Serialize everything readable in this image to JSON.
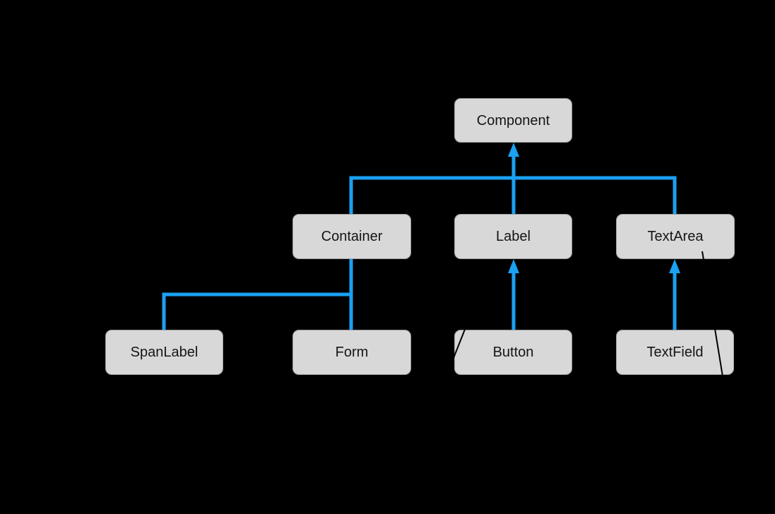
{
  "colors": {
    "background": "#000000",
    "node_fill": "#d8d8d8",
    "node_border": "#9c9c9c",
    "node_text": "#151515",
    "connector": "#1ba1f2",
    "annotation_line": "#000000"
  },
  "nodes": [
    {
      "id": "component",
      "label": "Component"
    },
    {
      "id": "container",
      "label": "Container"
    },
    {
      "id": "label",
      "label": "Label"
    },
    {
      "id": "textarea",
      "label": "TextArea"
    },
    {
      "id": "spanlabel",
      "label": "SpanLabel"
    },
    {
      "id": "form",
      "label": "Form"
    },
    {
      "id": "button",
      "label": "Button"
    },
    {
      "id": "textfield",
      "label": "TextField"
    }
  ],
  "edges": [
    {
      "from": "Container",
      "to": "Component",
      "type": "inheritance-arrow-up"
    },
    {
      "from": "Label",
      "to": "Component",
      "type": "inheritance-arrow-up"
    },
    {
      "from": "TextArea",
      "to": "Component",
      "type": "inheritance-arrow-up"
    },
    {
      "from": "SpanLabel",
      "to": "Container",
      "type": "inheritance"
    },
    {
      "from": "Form",
      "to": "Container",
      "type": "inheritance"
    },
    {
      "from": "Button",
      "to": "Label",
      "type": "inheritance-arrow-up"
    },
    {
      "from": "TextField",
      "to": "TextArea",
      "type": "inheritance-arrow-up"
    }
  ]
}
